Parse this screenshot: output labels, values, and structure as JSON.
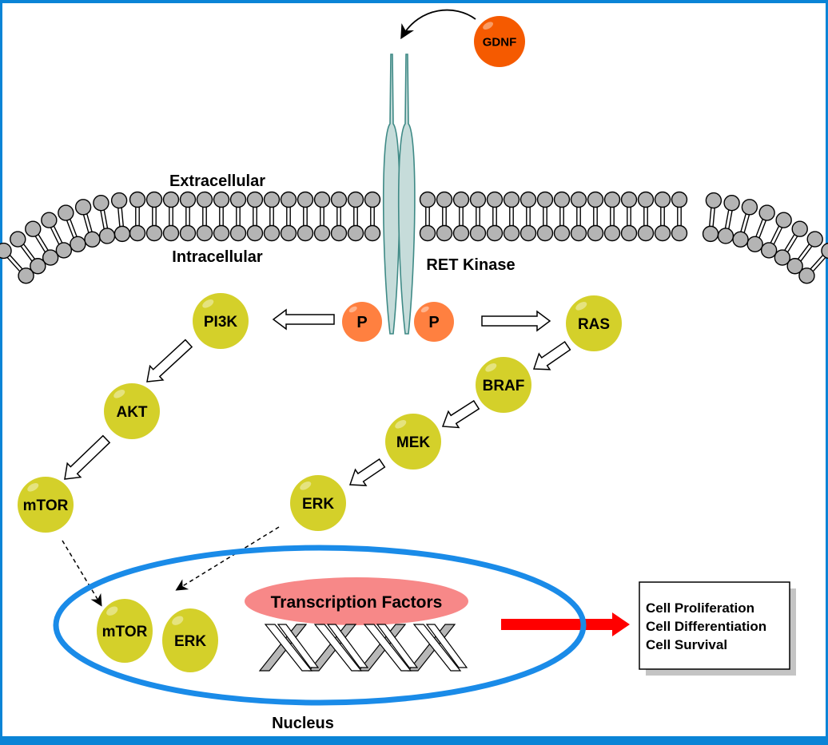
{
  "labels": {
    "extracellular": "Extracellular",
    "intracellular": "Intracellular",
    "receptor": "RET Kinase",
    "nucleus": "Nucleus",
    "transcription": "Transcription Factors"
  },
  "ligand": {
    "label": "GDNF",
    "color": "#f55a00"
  },
  "phospho": [
    {
      "label": "P"
    },
    {
      "label": "P"
    }
  ],
  "pathways": {
    "pi3k": [
      {
        "label": "PI3K"
      },
      {
        "label": "AKT"
      },
      {
        "label": "mTOR"
      }
    ],
    "mapk": [
      {
        "label": "RAS"
      },
      {
        "label": "BRAF"
      },
      {
        "label": "MEK"
      },
      {
        "label": "ERK"
      }
    ]
  },
  "nuclear_proteins": [
    {
      "label": "mTOR"
    },
    {
      "label": "ERK"
    }
  ],
  "outcomes": [
    "Cell Proliferation",
    "Cell Differentiation",
    "Cell Survival"
  ],
  "colors": {
    "frame": "#0a84d6",
    "node": "#d4d02a",
    "phospho": "#ff8040",
    "nucleus_border": "#1a8be8",
    "transcription": "#f78888",
    "receptor": "#c6dcda",
    "receptor_stroke": "#3f8a86",
    "lipid": "#b4b4b4",
    "effect_arrow": "#ff0000"
  }
}
